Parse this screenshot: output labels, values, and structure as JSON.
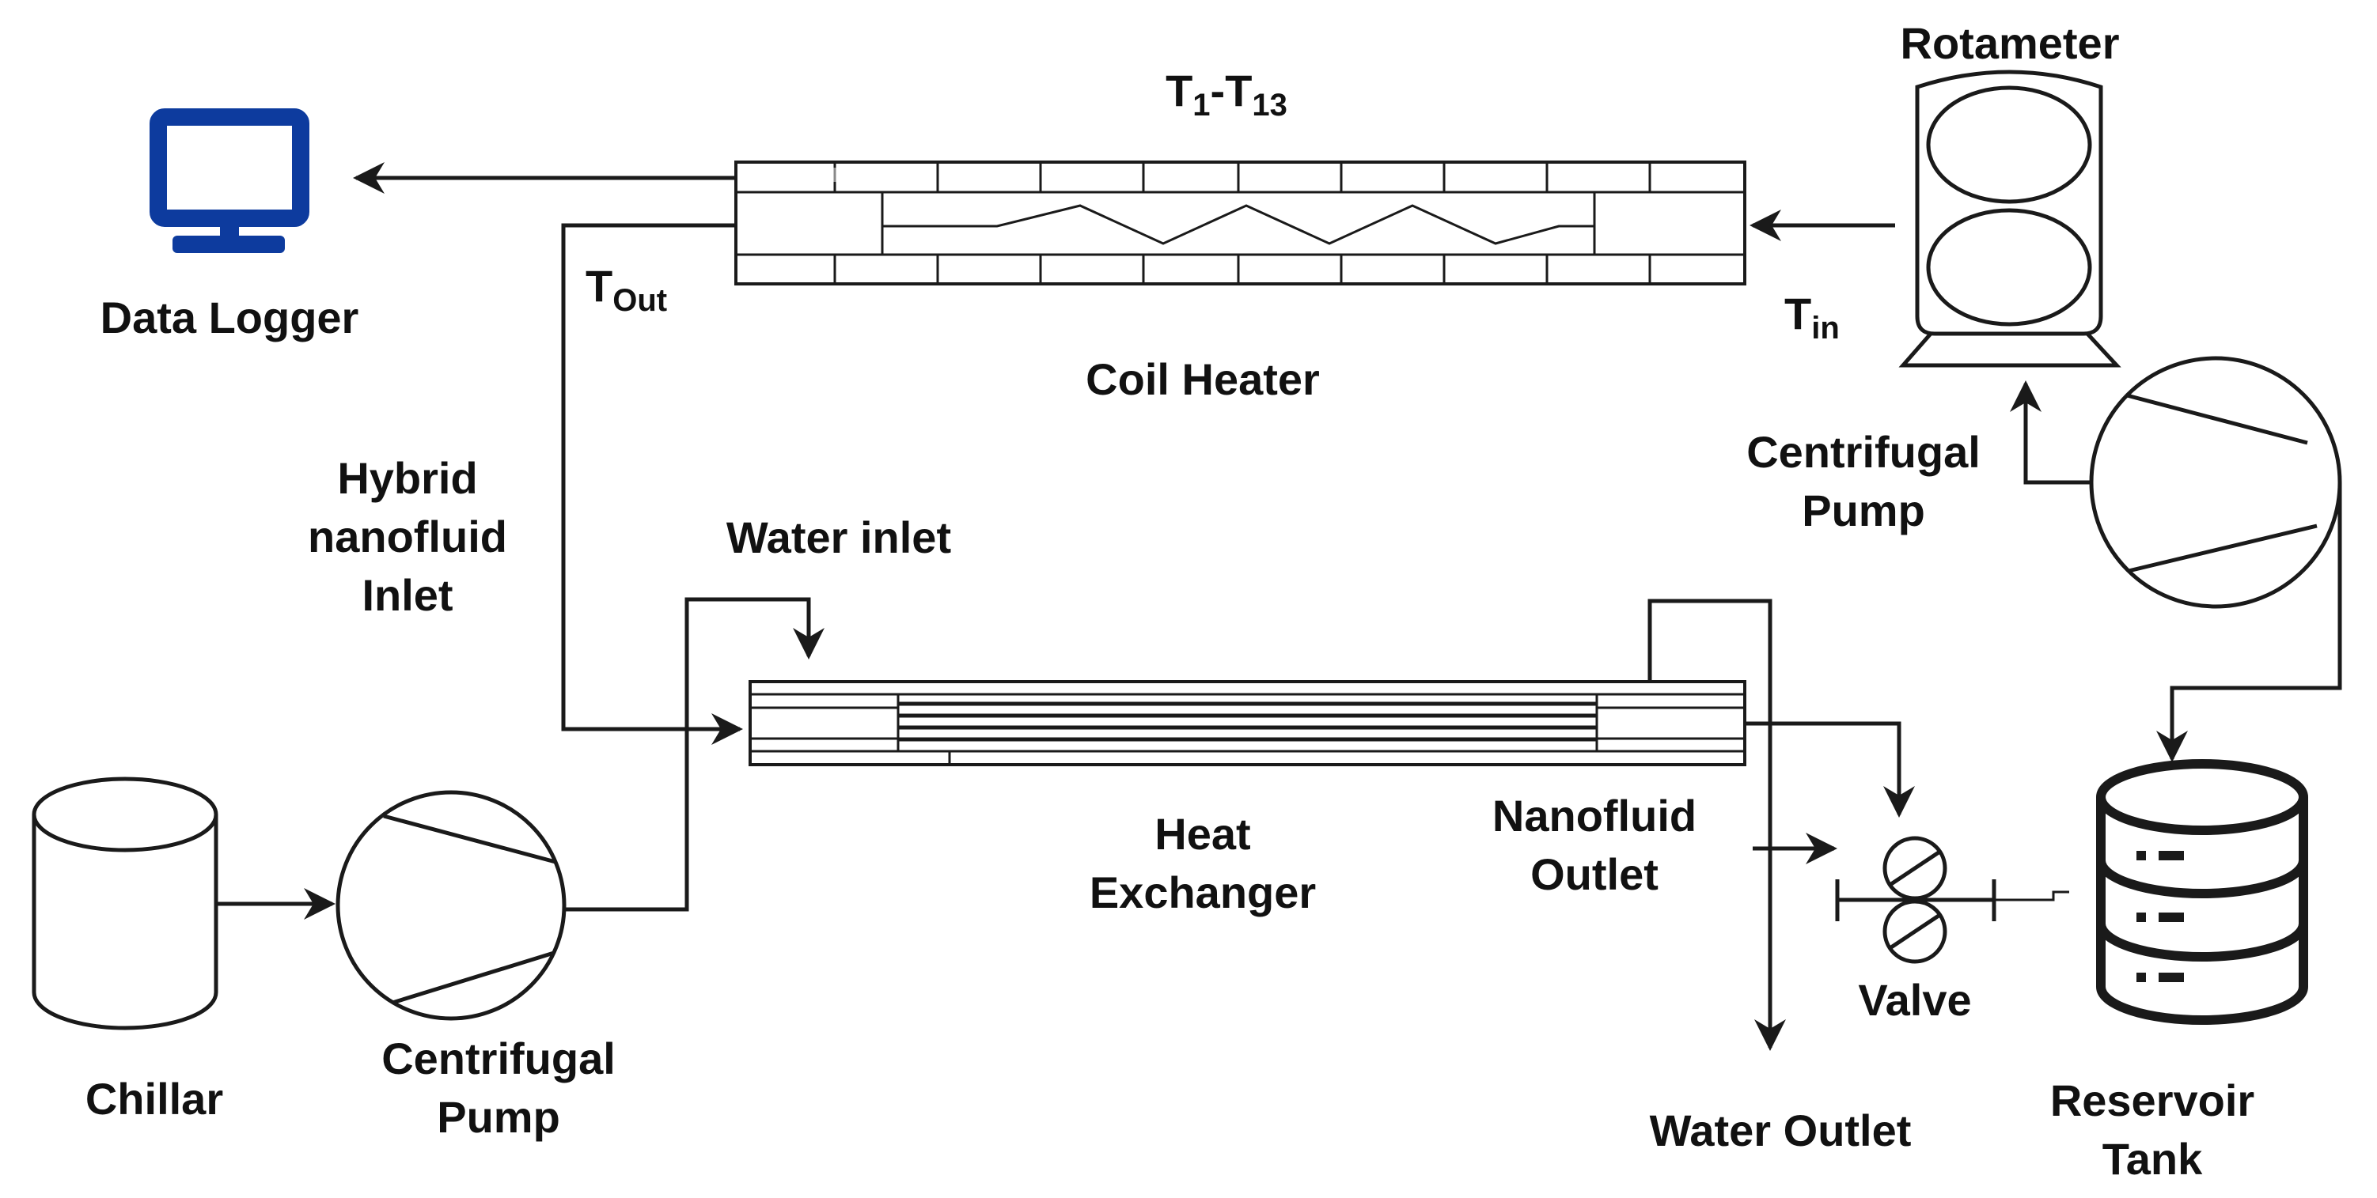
{
  "labels": {
    "data_logger": "Data Logger",
    "sensors_main": "T",
    "sensors_sub1": "1",
    "sensors_dash": "-T",
    "sensors_sub2": "13",
    "t_out_main": "T",
    "t_out_sub": "Out",
    "t_in_main": "T",
    "t_in_sub": "in",
    "coil_heater": "Coil Heater",
    "rotameter": "Rotameter",
    "pump_right": "Centrifugal Pump",
    "hybrid_inlet": "Hybrid nanofluid Inlet",
    "water_inlet": "Water inlet",
    "heat_exchanger": "Heat Exchanger",
    "nanofluid_outlet": "Nanofluid Outlet",
    "chillar": "Chillar",
    "pump_left": "Centrifugal Pump",
    "valve": "Valve",
    "water_outlet": "Water Outlet",
    "reservoir": "Reservoir Tank"
  },
  "colors": {
    "line": "#1a1a1a",
    "monitor": "#0d3b9e",
    "background": "#ffffff"
  },
  "icons": [
    "monitor-icon",
    "rotameter-icon",
    "pump-icon",
    "chiller-icon",
    "valve-icon",
    "database-icon"
  ]
}
